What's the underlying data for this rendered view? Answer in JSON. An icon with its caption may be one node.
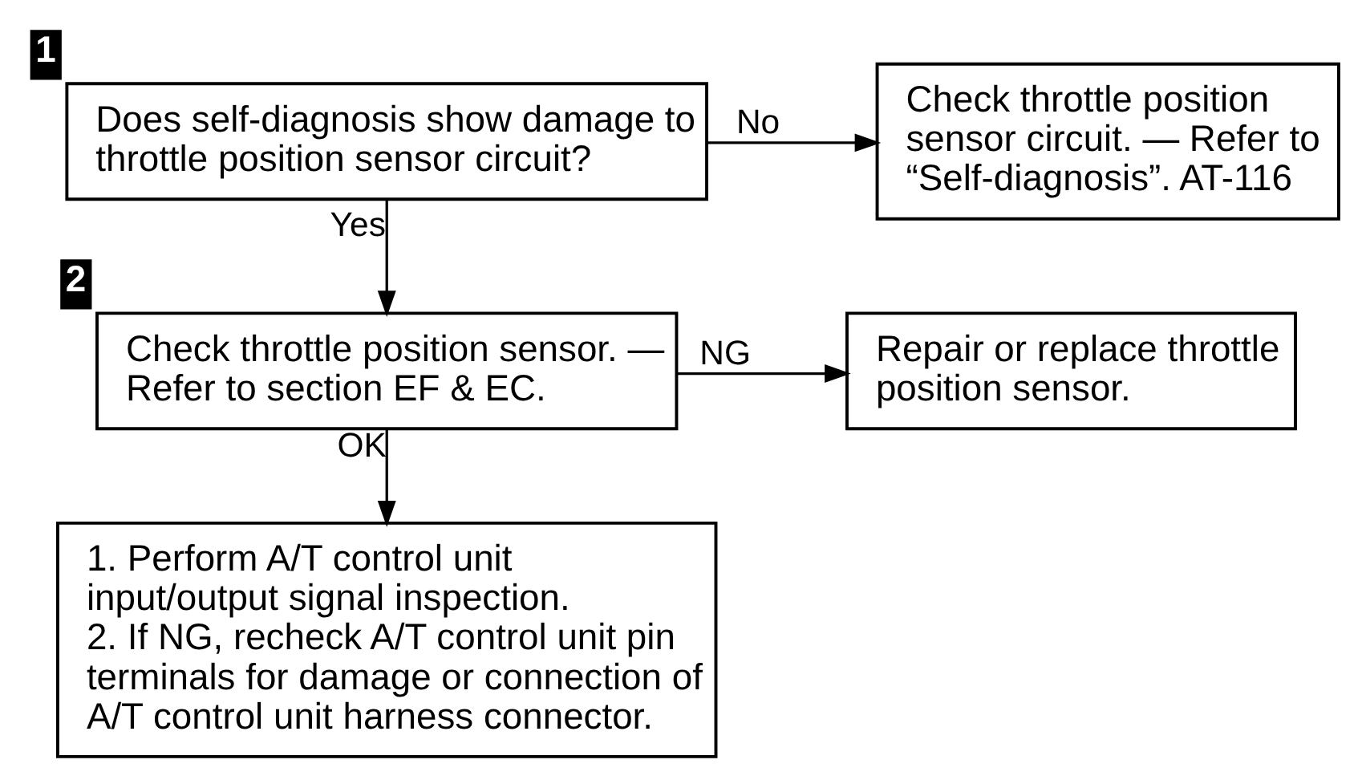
{
  "diagram": {
    "nodes": [
      {
        "text": [
          "Does self-diagnosis show damage to throttle position sensor circuit?"
        ],
        "beside": [
          "1"
        ]
      },
      {
        "text": [
          "Check throttle position sensor circuit. — Refer to “Self-diagnosis”. AT-116"
        ]
      },
      {
        "text": [
          "Check throttle position sensor. — Refer to section EF & EC."
        ],
        "beside": [
          "2"
        ]
      },
      {
        "text": [
          "Repair or replace throttle position sensor."
        ]
      },
      {
        "text": [
          "1. Perform A/T control unit input/output signal inspection.",
          "2. If NG, recheck A/T control unit pin terminals for damage or connection of A/T control unit harness connector."
        ]
      }
    ],
    "edges": [
      {
        "from": 0,
        "to": 1,
        "arrow": "to",
        "label": "No"
      },
      {
        "from": 0,
        "to": 2,
        "arrow": "to",
        "label": "Yes"
      },
      {
        "from": 2,
        "to": 3,
        "arrow": "to",
        "label": "NG"
      },
      {
        "from": 2,
        "to": 4,
        "arrow": "to",
        "label": "OK"
      }
    ]
  }
}
